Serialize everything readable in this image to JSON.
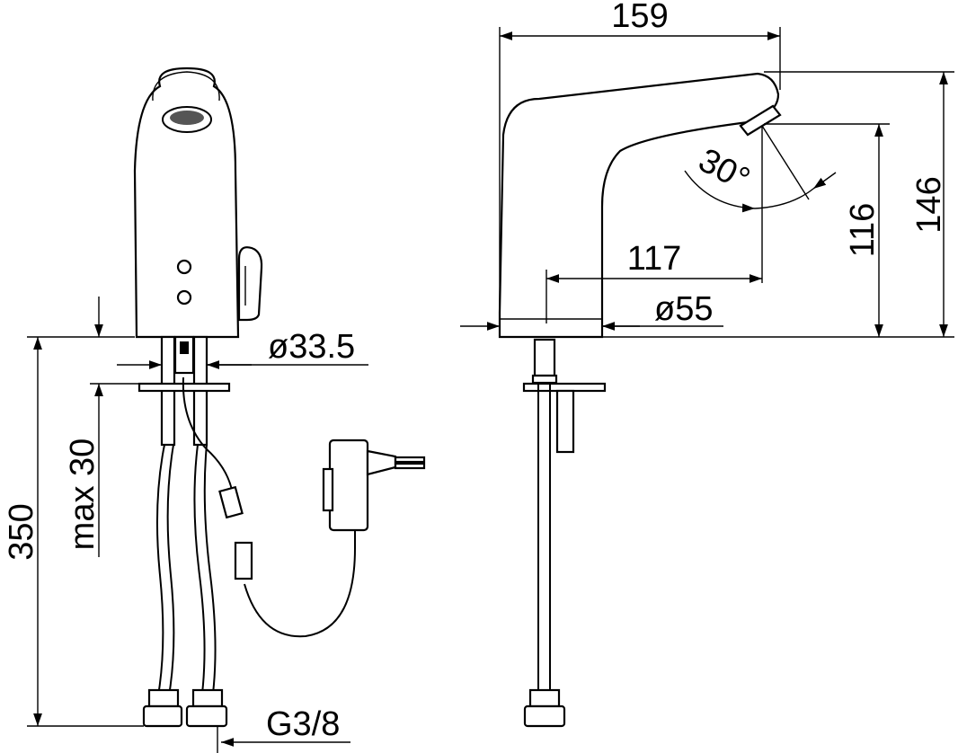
{
  "dimensions": {
    "overall_length": "159",
    "spout_height": "116",
    "overall_height": "146",
    "sensor_angle": "30°",
    "spout_reach": "117",
    "base_diameter": "ø55",
    "shank_diameter": "ø33.5",
    "max_deck_thickness": "max 30",
    "hose_length": "350",
    "connection_thread": "G3/8"
  }
}
